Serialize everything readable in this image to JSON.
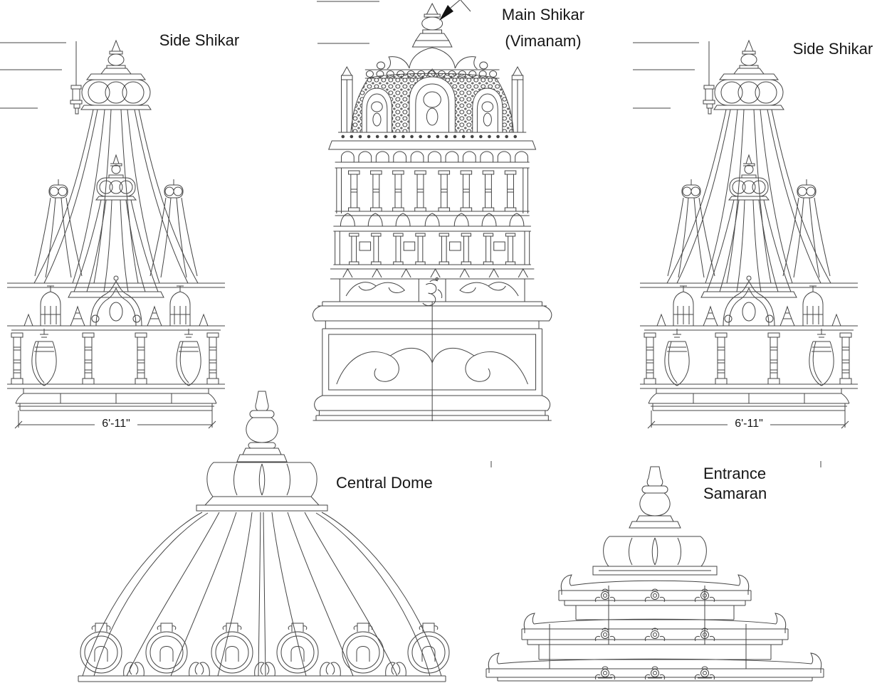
{
  "sheet": {
    "background": "#ffffff",
    "line_color": "#444444",
    "text_color": "#161616",
    "drawing_type": "temple elevation details"
  },
  "figures": {
    "side_shikar_left": {
      "label": "Side Shikar",
      "width_dimension": "6'-11\""
    },
    "main_shikar": {
      "label": "Main Shikar",
      "sublabel": "(Vimanam)"
    },
    "side_shikar_right": {
      "label": "Side Shikar",
      "width_dimension": "6'-11\""
    },
    "central_dome": {
      "label": "Central Dome"
    },
    "entrance_samaran": {
      "label_line1": "Entrance",
      "label_line2": "Samaran"
    }
  },
  "icons": {
    "leader_arrow": "filled-cad-leader-arrowhead",
    "om": "om-symbol"
  }
}
